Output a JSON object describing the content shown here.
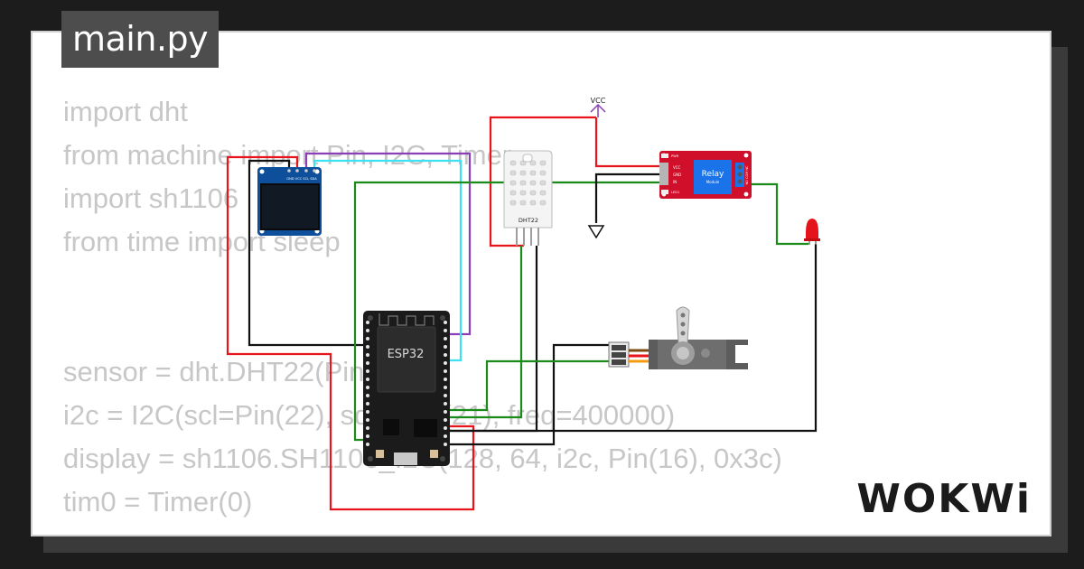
{
  "file_tab": {
    "label": "main.py"
  },
  "code_lines": [
    "import dht",
    "from machine import Pin, I2C, Timer",
    "import sh1106",
    "from time import sleep",
    "",
    "",
    "sensor = dht.DHT22(Pin(15))",
    "i2c = I2C(scl=Pin(22), sda=Pin(21), freq=400000)",
    "display = sh1106.SH1106_I2C(128, 64, i2c, Pin(16), 0x3c)",
    "tim0 = Timer(0)"
  ],
  "components": {
    "vcc_label": "VCC",
    "oled_pins": "GND VCC SCL SDA",
    "dht_label": "DHT22",
    "esp_label": "ESP32",
    "relay_label": "Relay",
    "relay_sublabel": "Module",
    "relay_pins": [
      "VCC",
      "GND",
      "IN"
    ],
    "relay_leds": [
      "PWR",
      "LED1"
    ],
    "relay_terminals": "NO COM NC"
  },
  "brand": {
    "text": "WOKWi"
  },
  "colors": {
    "wire_red": "#e8141b",
    "wire_green": "#1a8a1a",
    "wire_black": "#111111",
    "wire_cyan": "#3fe0f0",
    "wire_purple": "#8a3fb8",
    "relay_board": "#d0102a",
    "oled_board": "#0e4f9c",
    "background": "#1c1c1c"
  }
}
